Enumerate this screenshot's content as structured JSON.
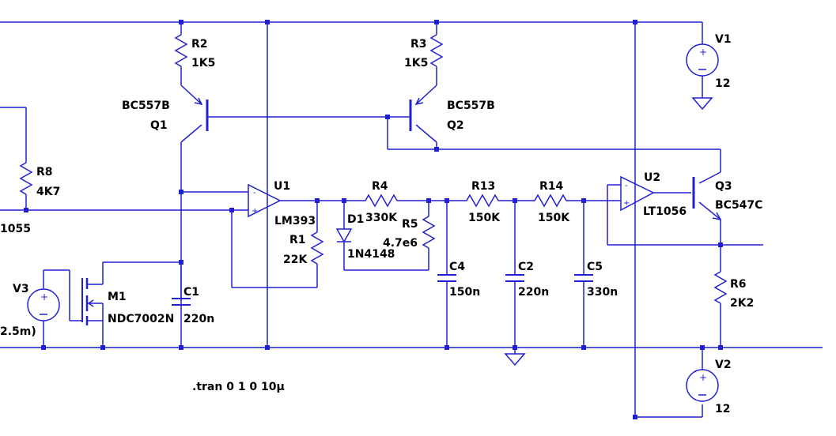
{
  "colors": {
    "wire": "#2020d0",
    "junction": "#2020d0",
    "text": "#000000",
    "background": "#ffffff"
  },
  "components": {
    "R2": {
      "name": "R2",
      "value": "1K5"
    },
    "R3": {
      "name": "R3",
      "value": "1K5"
    },
    "R8": {
      "name": "R8",
      "value": "4K7"
    },
    "R1": {
      "name": "R1",
      "value": "22K"
    },
    "R4": {
      "name": "R4",
      "value": "330K"
    },
    "R5": {
      "name": "R5",
      "value": "4.7e6"
    },
    "R13": {
      "name": "R13",
      "value": "150K"
    },
    "R14": {
      "name": "R14",
      "value": "150K"
    },
    "R6": {
      "name": "R6",
      "value": "2K2"
    },
    "Q1": {
      "name": "Q1",
      "model": "BC557B"
    },
    "Q2": {
      "name": "Q2",
      "model": "BC557B"
    },
    "Q3": {
      "name": "Q3",
      "model": "BC547C"
    },
    "U1": {
      "name": "U1",
      "model": "LM393"
    },
    "U2": {
      "name": "U2",
      "model": "LT1056"
    },
    "D1": {
      "name": "D1",
      "model": "1N4148"
    },
    "C1": {
      "name": "C1",
      "value": "220n"
    },
    "C2": {
      "name": "C2",
      "value": "220n"
    },
    "C4": {
      "name": "C4",
      "value": "150n"
    },
    "C5": {
      "name": "C5",
      "value": "330n"
    },
    "M1": {
      "name": "M1",
      "model": "NDC7002N"
    },
    "V1": {
      "name": "V1",
      "value": "12"
    },
    "V2": {
      "name": "V2",
      "value": "12"
    },
    "V3": {
      "name": "V3",
      "value_fragment": "2.5m)"
    }
  },
  "edge_labels": {
    "left_fragment": "1055"
  },
  "directive": ".tran 0 1 0 10µ"
}
